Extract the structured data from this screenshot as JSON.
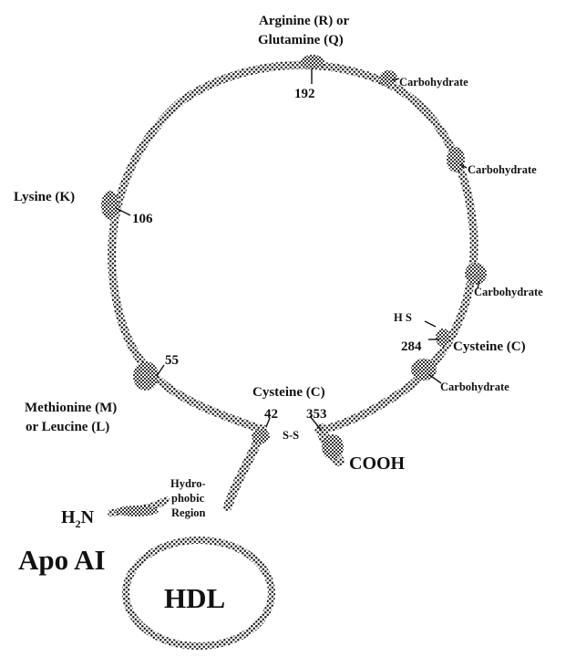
{
  "colors": {
    "ink": "#111111",
    "background": "#ffffff"
  },
  "protein_labels": {
    "arginine": "Arginine (R) or",
    "glutamine": "Glutamine (Q)",
    "pos192": "192",
    "lysine": "Lysine (K)",
    "pos106": "106",
    "pos55": "55",
    "methionine": "Methionine (M)",
    "leucine": "or Leucine (L)",
    "cysteine_left": "Cysteine (C)",
    "pos42": "42",
    "pos353": "353",
    "disulfide": "S-S",
    "cooh": "COOH",
    "hs": "H S",
    "pos284": "284",
    "cysteine_right": "Cysteine (C)",
    "h2n_h": "H",
    "h2n_sub": "2",
    "h2n_n": "N",
    "hydro1": "Hydro-",
    "hydro2": "phobic",
    "hydro3": "Region"
  },
  "carbohydrates": [
    "Carbohydrate",
    "Carbohydrate",
    "Carbohydrate",
    "Carbohydrate"
  ],
  "apo_label": "Apo AI",
  "hdl_label": "HDL"
}
